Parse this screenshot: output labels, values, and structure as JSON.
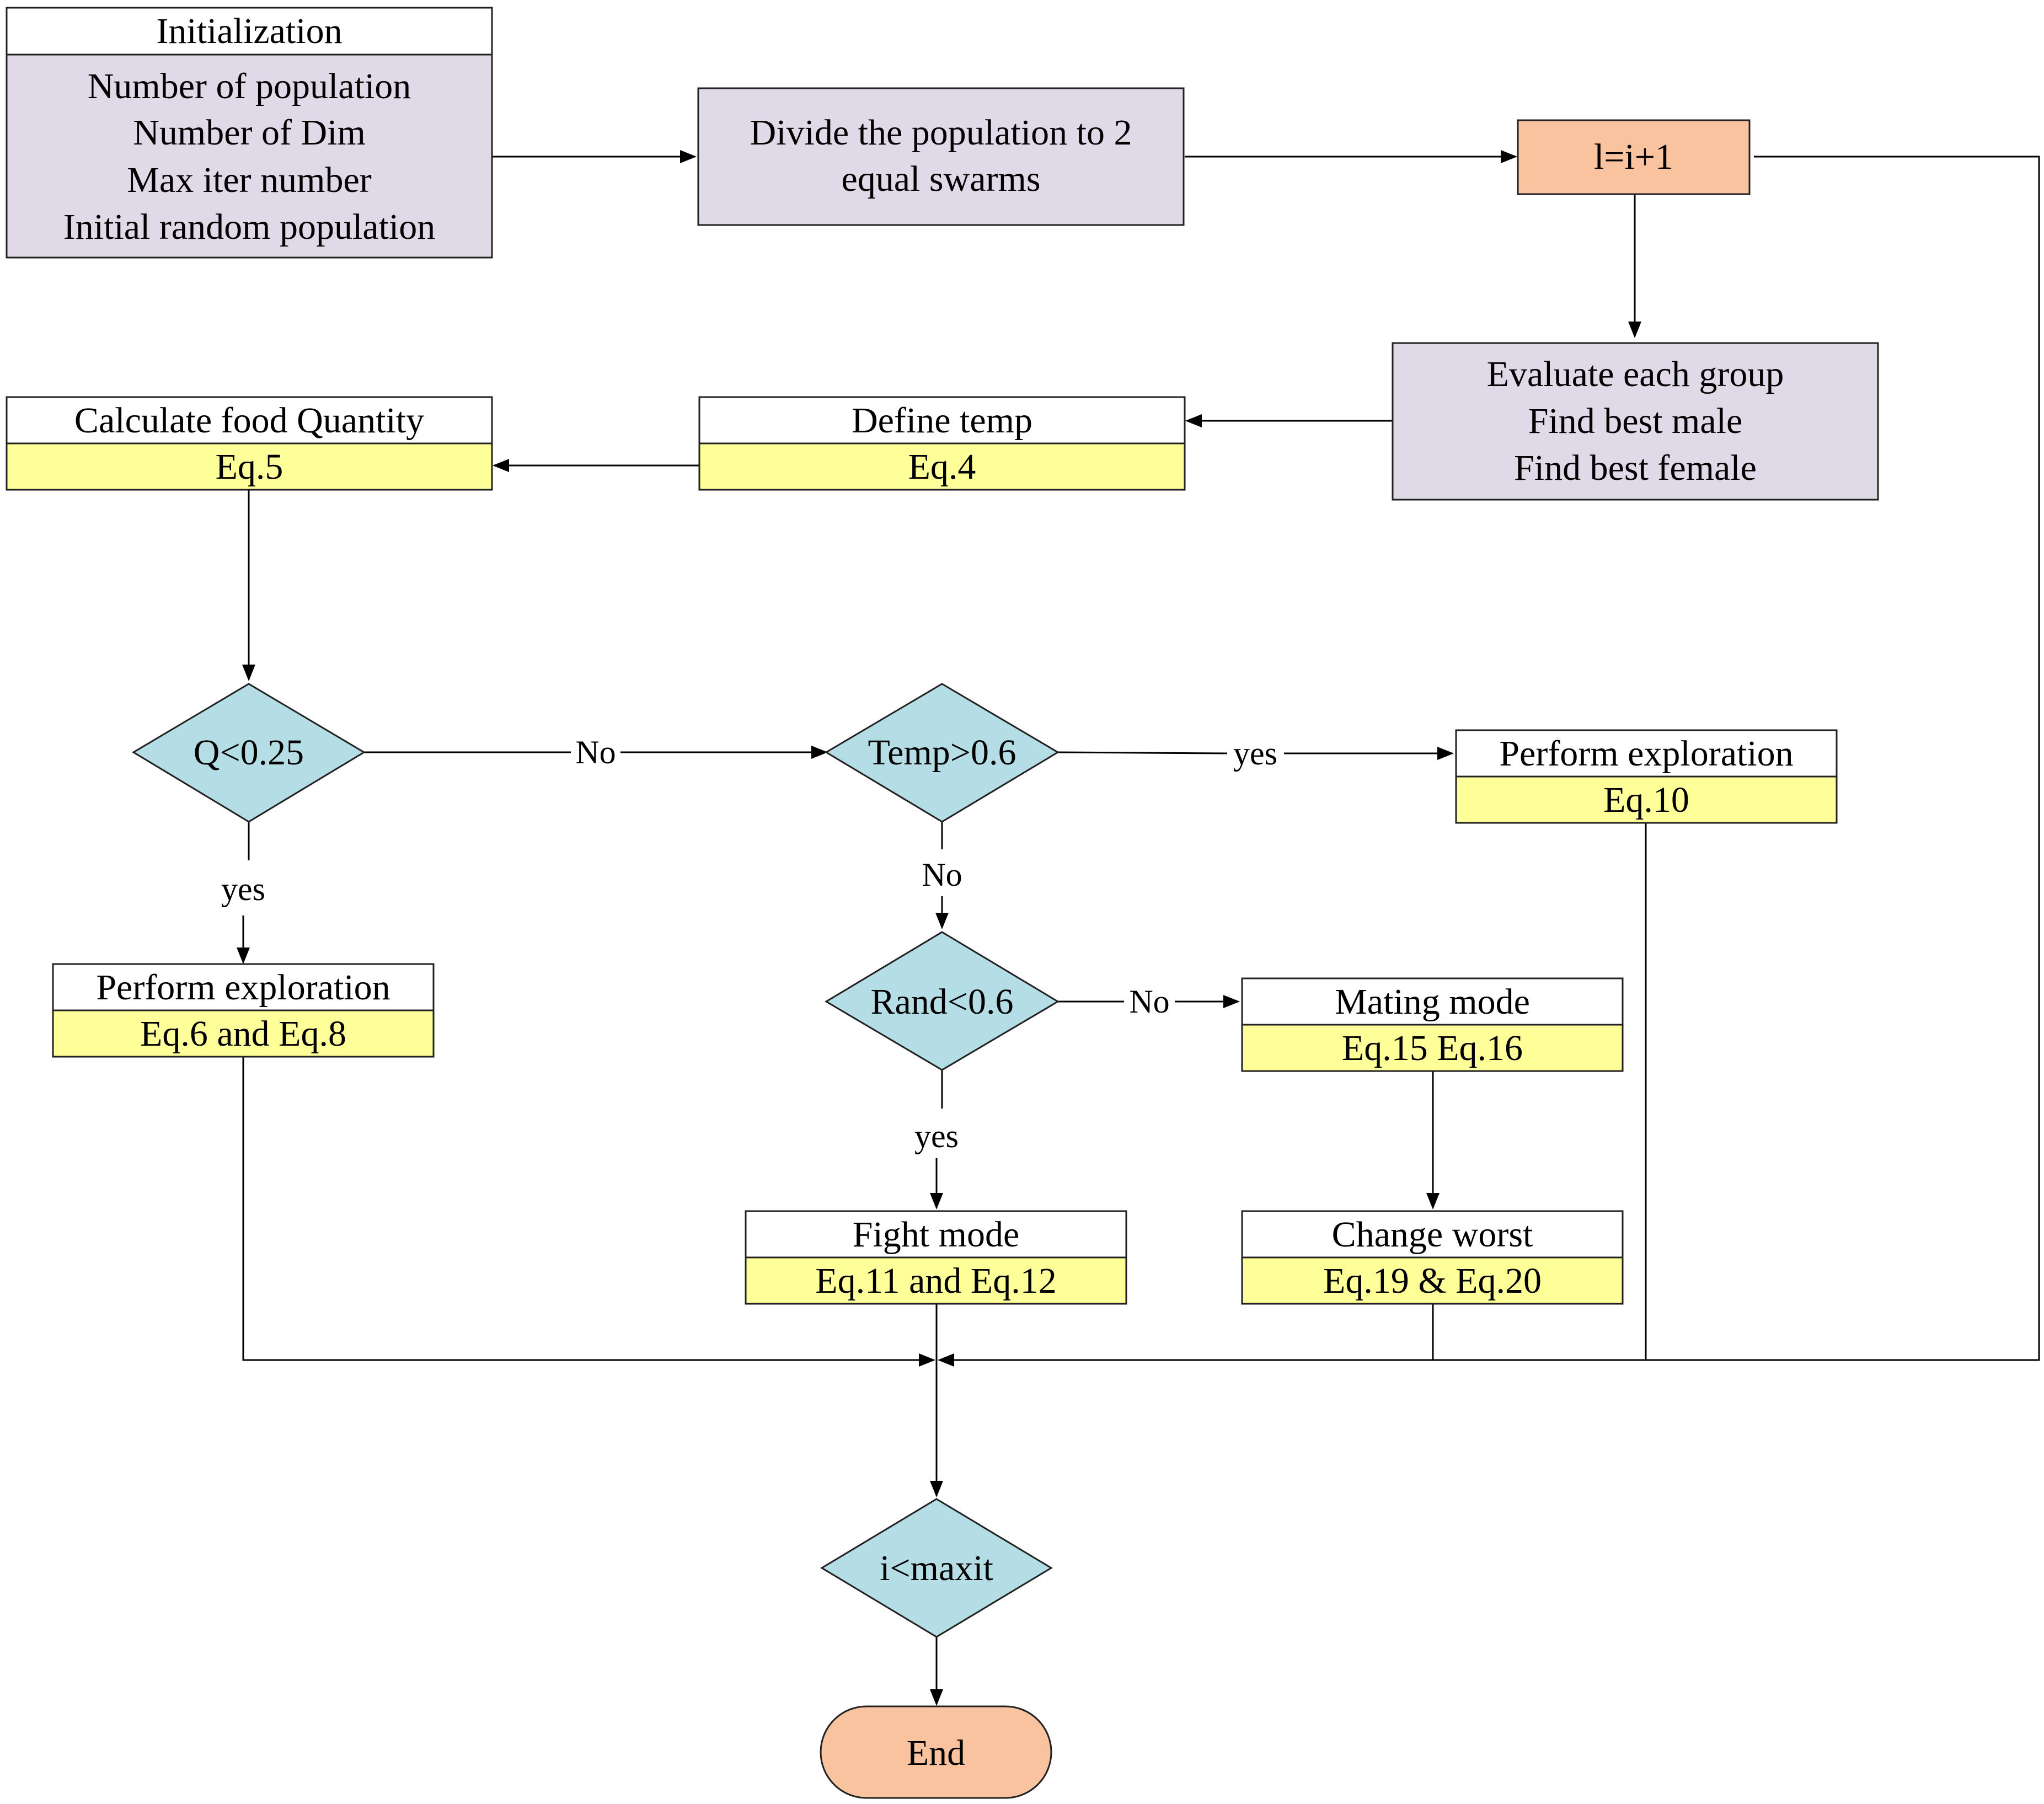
{
  "colors": {
    "process": "#e0dae8",
    "header": "#ffffff",
    "equation": "#ffff99",
    "decision": "#b4dde6",
    "orange": "#f8c39e",
    "stroke": "#222222"
  },
  "nodes": {
    "init": {
      "title": "Initialization",
      "lines": [
        "Number of population",
        "Number of Dim",
        "Max iter number",
        "Initial random population"
      ]
    },
    "divide": {
      "lines": [
        "Divide the population to 2",
        "equal swarms"
      ]
    },
    "increment": {
      "label": "l=i+1"
    },
    "evaluate": {
      "lines": [
        "Evaluate each group",
        "Find best male",
        "Find best female"
      ]
    },
    "define_temp": {
      "title": "Define temp",
      "eq": "Eq.4"
    },
    "food": {
      "title": "Calculate food Quantity",
      "eq": "Eq.5"
    },
    "q_check": {
      "label": "Q<0.25"
    },
    "temp_check": {
      "label": "Temp>0.6"
    },
    "exploit_hot": {
      "title": "Perform exploration",
      "eq": "Eq.10"
    },
    "explore": {
      "title": "Perform exploration",
      "eq": "Eq.6 and Eq.8"
    },
    "rand_check": {
      "label": "Rand<0.6"
    },
    "mating": {
      "title": "Mating mode",
      "eq": "Eq.15 Eq.16"
    },
    "fight": {
      "title": "Fight mode",
      "eq": "Eq.11 and Eq.12"
    },
    "change_worst": {
      "title": "Change worst",
      "eq": "Eq.19 & Eq.20"
    },
    "iter_check": {
      "label": "i<maxit"
    },
    "end": {
      "label": "End"
    }
  },
  "edge_labels": {
    "q_no": "No",
    "q_yes": "yes",
    "temp_yes": "yes",
    "temp_no": "No",
    "rand_no": "No",
    "rand_yes": "yes"
  }
}
